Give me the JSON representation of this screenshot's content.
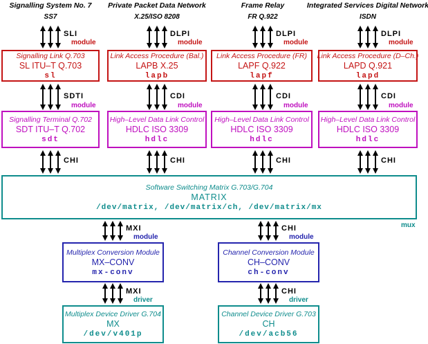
{
  "colors": {
    "red": "#c41414",
    "magenta": "#bf10bf",
    "blue": "#2424ad",
    "teal": "#0e8c8c",
    "arrow_black": "#000000"
  },
  "columns": [
    {
      "header": {
        "line1": "Signalling System No. 7",
        "line2": "SS7"
      },
      "upper_if": {
        "label": "SLI",
        "tag": "module"
      },
      "red_box": {
        "title": "Signalling Link Q.703",
        "name": "SL ITU–T Q.703",
        "module": "sl"
      },
      "mid_if": {
        "label": "SDTI",
        "tag": "module"
      },
      "magenta_box": {
        "title": "Signalling Terminal Q.702",
        "name": "SDT ITU–T Q.702",
        "module": "sdt"
      },
      "lower_if": {
        "label": "CHI"
      }
    },
    {
      "header": {
        "line1": "Private Packet Data Network",
        "line2": "X.25/ISO 8208"
      },
      "upper_if": {
        "label": "DLPI",
        "tag": "module"
      },
      "red_box": {
        "title": "Link Access Procedure (Bal.)",
        "name": "LAPB X.25",
        "module": "lapb"
      },
      "mid_if": {
        "label": "CDI",
        "tag": "module"
      },
      "magenta_box": {
        "title": "High–Level Data Link Control",
        "name": "HDLC ISO 3309",
        "module": "hdlc"
      },
      "lower_if": {
        "label": "CHI"
      }
    },
    {
      "header": {
        "line1": "Frame Relay",
        "line2": "FR Q.922"
      },
      "upper_if": {
        "label": "DLPI",
        "tag": "module"
      },
      "red_box": {
        "title": "Link Access Procedure (FR)",
        "name": "LAPF Q.922",
        "module": "lapf"
      },
      "mid_if": {
        "label": "CDI",
        "tag": "module"
      },
      "magenta_box": {
        "title": "High–Level Data Link Control",
        "name": "HDLC ISO 3309",
        "module": "hdlc"
      },
      "lower_if": {
        "label": "CHI"
      }
    },
    {
      "header": {
        "line1": "Integrated Services Digital Network",
        "line2": "ISDN"
      },
      "upper_if": {
        "label": "DLPI",
        "tag": "module"
      },
      "red_box": {
        "title": "Link Access Procedure (D–Ch.)",
        "name": "LAPD Q.921",
        "module": "lapd"
      },
      "mid_if": {
        "label": "CDI",
        "tag": "module"
      },
      "magenta_box": {
        "title": "High–Level Data Link Control",
        "name": "HDLC ISO 3309",
        "module": "hdlc"
      },
      "lower_if": {
        "label": "CHI"
      }
    }
  ],
  "matrix": {
    "title": "Software Switching Matrix G.703/G.704",
    "name": "MATRIX",
    "devices": "/dev/matrix, /dev/matrix/ch, /dev/matrix/mx",
    "side_tag": "mux"
  },
  "conversion": [
    {
      "upper_if": {
        "label": "MXI",
        "tag": "module"
      },
      "box": {
        "title": "Multiplex Conversion Module",
        "name": "MX–CONV",
        "module": "mx-conv"
      },
      "lower_if": {
        "label": "MXI",
        "tag": "driver"
      },
      "driver_box": {
        "title": "Multiplex Device Driver G.704",
        "name": "MX",
        "device": "/dev/v401p"
      }
    },
    {
      "upper_if": {
        "label": "CHI",
        "tag": "module"
      },
      "box": {
        "title": "Channel Conversion Module",
        "name": "CH–CONV",
        "module": "ch-conv"
      },
      "lower_if": {
        "label": "CHI",
        "tag": "driver"
      },
      "driver_box": {
        "title": "Channel Device Driver G.703",
        "name": "CH",
        "device": "/dev/acb56"
      }
    }
  ]
}
